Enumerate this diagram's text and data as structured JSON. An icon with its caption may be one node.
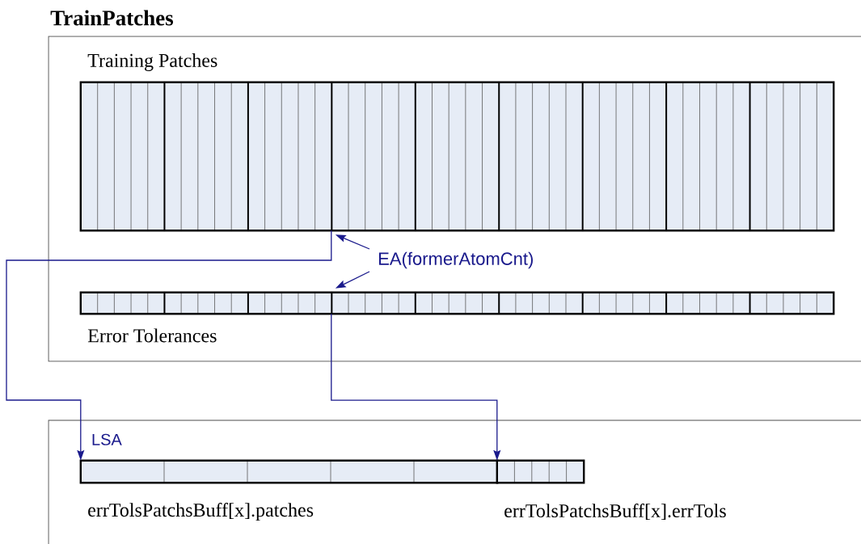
{
  "diagram": {
    "title": "TrainPatches",
    "nodes": [
      {
        "text": [],
        "shape": "box"
      },
      {
        "text": [
          "Training Patches"
        ],
        "in": 0
      },
      {
        "text": [
          "Error Tolerances"
        ],
        "in": 0
      },
      {
        "text": [
          "EA(formerAtomCnt)"
        ],
        "in": 0
      },
      {
        "text": [],
        "shape": "box"
      },
      {
        "text": [
          "errTolsPatchsBuff[x].patches"
        ],
        "in": 4
      },
      {
        "text": [
          "errTolsPatchsBuff[x].errTols"
        ],
        "in": 4
      }
    ],
    "edges": [
      {
        "from": 3,
        "to": 1,
        "arrow": "to"
      },
      {
        "from": 3,
        "to": 2,
        "arrow": "to"
      },
      {
        "from": 1,
        "to": 5,
        "arrow": "to",
        "label": "LSA"
      },
      {
        "from": 2,
        "to": 6,
        "arrow": "to"
      }
    ]
  }
}
